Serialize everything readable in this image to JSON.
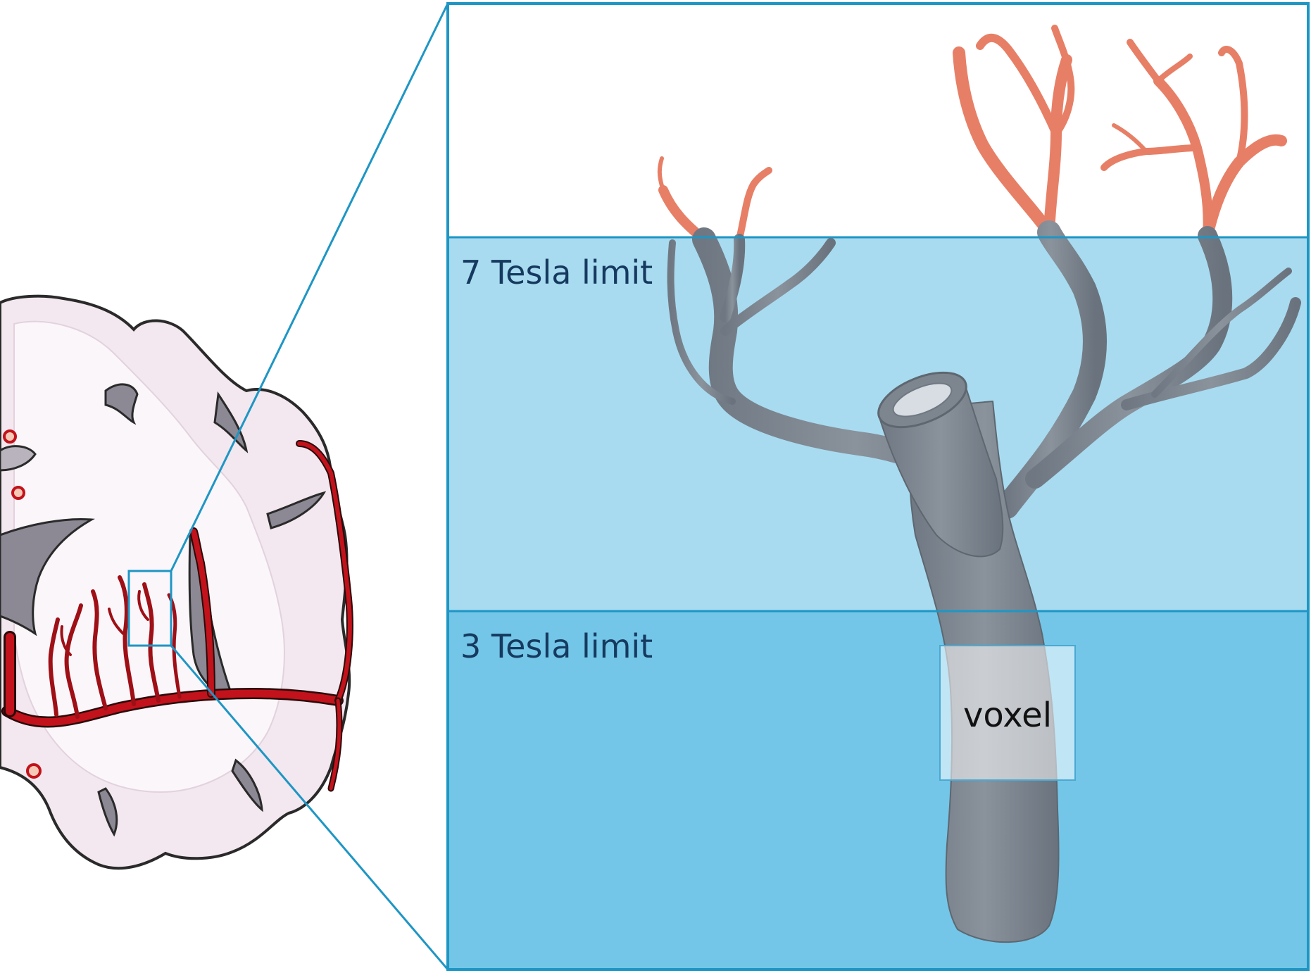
{
  "labels": {
    "limit_7t": "7 Tesla limit",
    "limit_3t": "3 Tesla limit",
    "voxel": "voxel"
  },
  "colors": {
    "frame_stroke": "#1e96c4",
    "zone_7t_fill": "#a8dbf0",
    "zone_3t_fill": "#73c6e8",
    "vessel_visible": "#7c8590",
    "vessel_unresolved": "#e77f66",
    "brain_tissue": "#f3e8ef",
    "brain_outline": "#2a2a2a",
    "artery_red": "#c2121b",
    "label_text": "#163a5f"
  }
}
